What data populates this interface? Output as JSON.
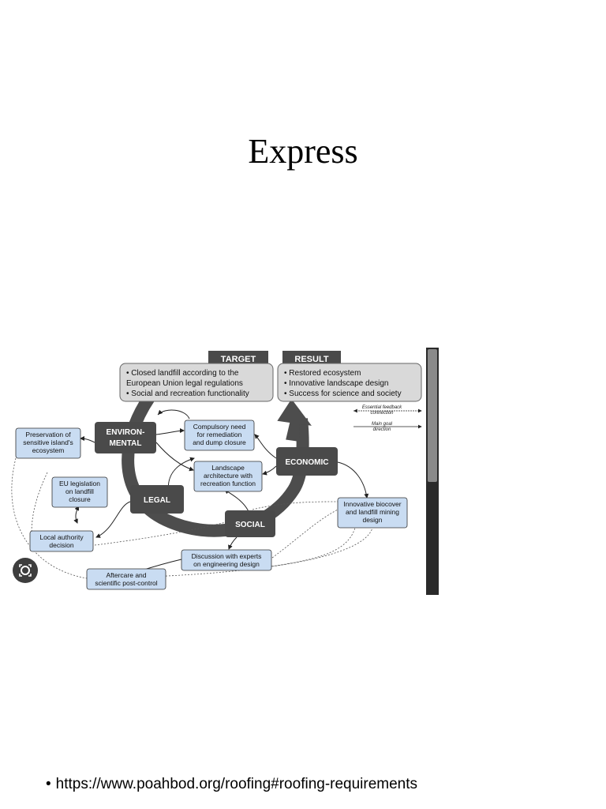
{
  "slide": {
    "title": "Express",
    "bullet_link": "https://www.poahbod.org/roofing#roofing-requirements"
  },
  "diagram": {
    "target_label": "TARGET",
    "result_label": "RESULT",
    "target_items": [
      "• Closed landfill according to the",
      "European Union legal regulations",
      "• Social and recreation functionality"
    ],
    "result_items": [
      "• Restored ecosystem",
      "• Innovative landscape design",
      "• Success for science and society"
    ],
    "legend": {
      "feedback": [
        "Essential feedback",
        "connection"
      ],
      "direction": [
        "Main goal",
        "direction"
      ]
    },
    "dark_nodes": {
      "environmental": [
        "ENVIRON-",
        "MENTAL"
      ],
      "legal": "LEGAL",
      "social": "SOCIAL",
      "economic": "ECONOMIC"
    },
    "blue_nodes": {
      "preservation": [
        "Preservation of",
        "sensitive island's",
        "ecosystem"
      ],
      "compulsory": [
        "Compulsory need",
        "for remediation",
        "and dump closure"
      ],
      "landscape": [
        "Landscape",
        "architecture with",
        "recreation function"
      ],
      "eu_legislation": [
        "EU legislation",
        "on landfill",
        "closure"
      ],
      "local_authority": [
        "Local authority",
        "decision"
      ],
      "innovative": [
        "Innovative biocover",
        "and landfill mining",
        "design"
      ],
      "discussion": [
        "Discussion with experts",
        "on engineering design"
      ],
      "aftercare": [
        "Aftercare and",
        "scientific post-control"
      ]
    },
    "colors": {
      "dark_node": "#4a4a4a",
      "blue_node": "#c9dcf2",
      "grey_box": "#d9d9d9",
      "ring": "#4d4d4d"
    }
  }
}
